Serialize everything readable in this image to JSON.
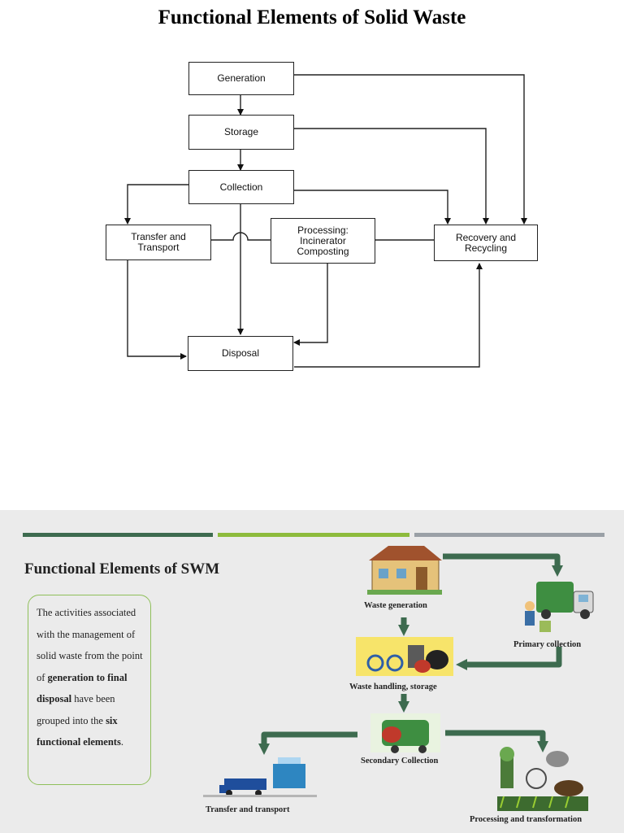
{
  "slide1": {
    "title": "Functional Elements of Solid Waste",
    "nodes": {
      "generation": "Generation",
      "storage": "Storage",
      "collection": "Collection",
      "transfer": "Transfer and\nTransport",
      "processing": "Processing:\nIncinerator\nComposting",
      "recovery": "Recovery and\nRecycling",
      "disposal": "Disposal"
    }
  },
  "slide2": {
    "title": "Functional Elements of SWM",
    "bar_colors": [
      "#3d6b4f",
      "#8dbb3c",
      "#9aa0a6"
    ],
    "arrow_color": "#3d6b4f",
    "desc": {
      "p1": "The activities associated with the management of solid waste from the point of ",
      "b1": "generation to final disposal",
      "p2": " have been grouped into the ",
      "b2": "six functional elements",
      "p3": "."
    },
    "labels": {
      "generation": "Waste generation",
      "primary": "Primary collection",
      "handling": "Waste handling, storage",
      "secondary": "Secondary Collection",
      "transfer": "Transfer and transport",
      "processing": "Processing and transformation"
    }
  }
}
